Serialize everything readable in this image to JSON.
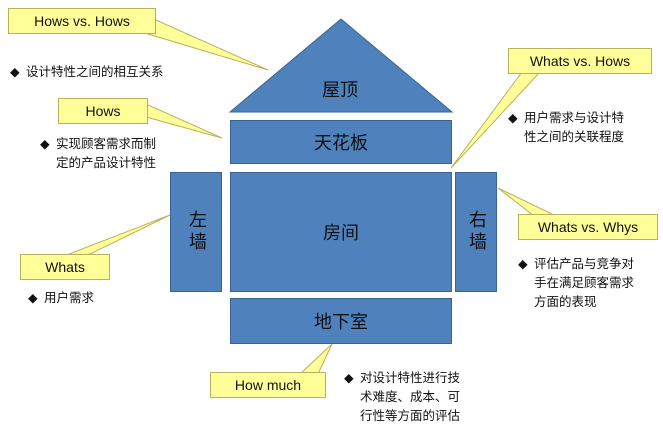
{
  "house": {
    "roof": "屋顶",
    "ceiling": "天花板",
    "left_wall": "左墙",
    "room": "房间",
    "right_wall": "右墙",
    "basement": "地下室",
    "fill_color": "#4f81bd"
  },
  "callouts": {
    "hows_vs_hows": "Hows vs. Hows",
    "hows": "Hows",
    "whats": "Whats",
    "whats_vs_hows": "Whats vs. Hows",
    "whats_vs_whys": "Whats vs. Whys",
    "how_much": "How much",
    "fill_color": "#ffff99"
  },
  "notes": {
    "bullet": "◆",
    "roof_note": "设计特性之间的相互关系",
    "hows_note": [
      "实现顾客需求而制",
      "定的产品设计特性"
    ],
    "whats_note": "用户需求",
    "whats_vs_hows_note": [
      "用户需求与设计特",
      "性之间的关联程度"
    ],
    "whats_vs_whys_note": [
      "评估产品与竞争对",
      "手在满足顾客需求",
      "方面的表现"
    ],
    "how_much_note": [
      "对设计特性进行技",
      "术难度、成本、可",
      "行性等方面的评估"
    ]
  }
}
